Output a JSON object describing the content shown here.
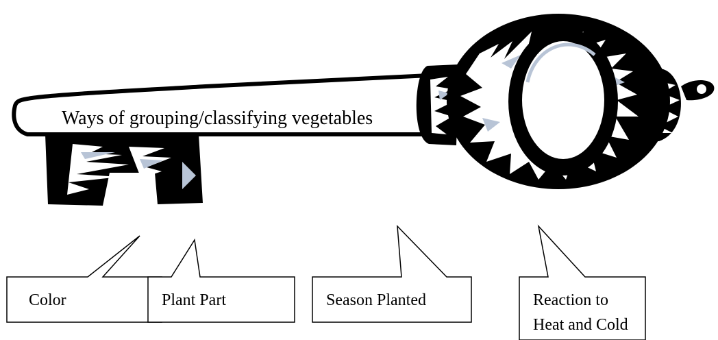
{
  "key": {
    "shaft_label": "Ways of grouping/classifying vegetables"
  },
  "callouts": [
    {
      "label": "Color"
    },
    {
      "label": "Plant Part"
    },
    {
      "label": "Season Planted"
    },
    {
      "label": "Reaction to Heat and Cold",
      "lines": [
        "Reaction to",
        "Heat and Cold"
      ]
    }
  ],
  "colors": {
    "ink": "#000000",
    "highlight": "#ffffff",
    "shade": "#b8c4d6"
  }
}
